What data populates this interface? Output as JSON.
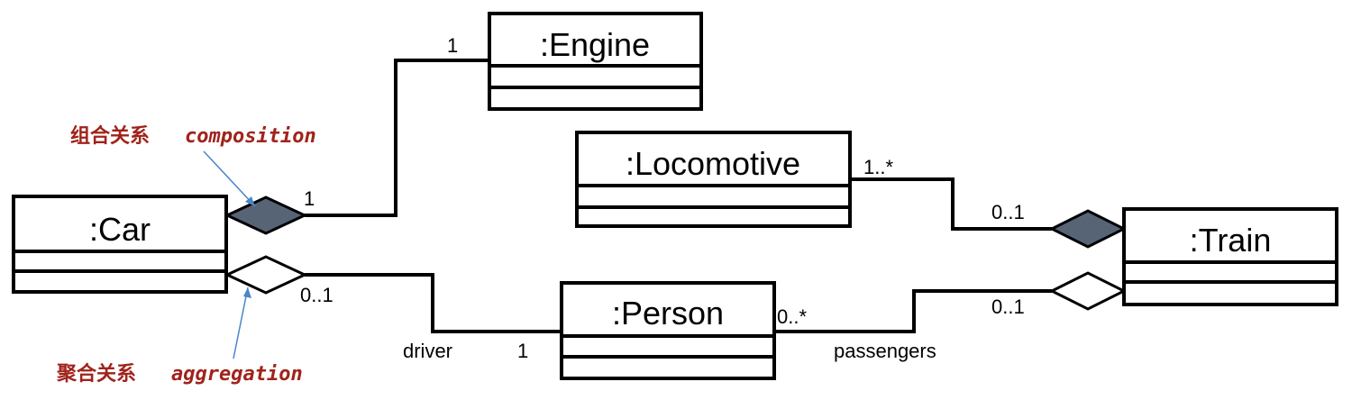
{
  "classes": {
    "engine": ":Engine",
    "locomotive": ":Locomotive",
    "car": ":Car",
    "train": ":Train",
    "person": ":Person"
  },
  "multiplicities": {
    "engine_end": "1",
    "car_composition_end": "1",
    "locomotive_end": "1..*",
    "train_composition_end": "0..1",
    "car_aggregation_end": "0..1",
    "person_driver_end": "1",
    "person_passengers_end": "0..*",
    "train_aggregation_end": "0..1"
  },
  "roles": {
    "driver": "driver",
    "passengers": "passengers"
  },
  "annotations": {
    "composition_cn": "组合关系",
    "composition_en": "composition",
    "aggregation_cn": "聚合关系",
    "aggregation_en": "aggregation"
  },
  "colors": {
    "annotation_text": "#a0231b",
    "pointer": "#4a86c8",
    "filled_diamond": "#576476"
  }
}
